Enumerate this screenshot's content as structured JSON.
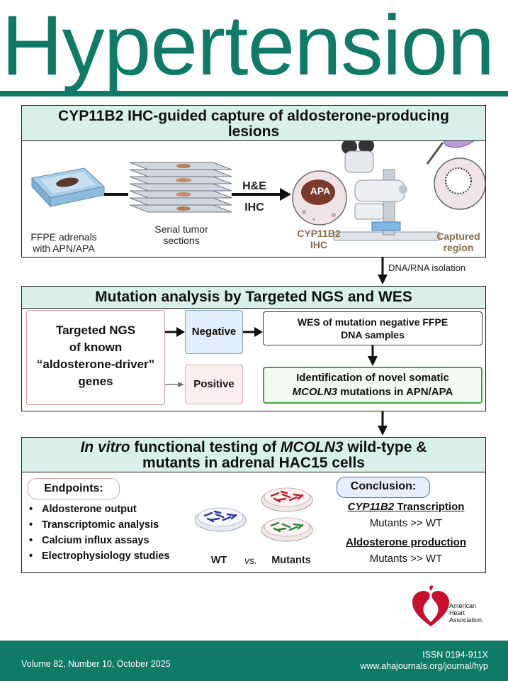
{
  "journal": {
    "title": "Hypertension",
    "volume_line": "Volume 82, Number 10, October 2025",
    "issn": "ISSN 0194-911X",
    "url": "www.ahajournals.org/journal/hyp"
  },
  "publisher": {
    "logo_lines": [
      "American",
      "Heart",
      "Association."
    ]
  },
  "panel1": {
    "title_line1": "CYP11B2 IHC-guided capture of aldosterone-producing",
    "title_line2": "lesions",
    "ffpe_line1": "FFPE adrenals",
    "ffpe_line2": "with APN/APA",
    "serial_line1": "Serial tumor",
    "serial_line2": "sections",
    "he": "H&E",
    "ihc": "IHC",
    "apa": "APA",
    "cyp_line1": "CYP11B2",
    "cyp_line2": "IHC",
    "captured_line1": "Captured",
    "captured_line2": "region",
    "isolation": "DNA/RNA isolation"
  },
  "panel2": {
    "title": "Mutation analysis by Targeted NGS and WES",
    "targeted_line1": "Targeted NGS",
    "targeted_line2": "of known",
    "targeted_line3": "“aldosterone-driver”",
    "targeted_line4": "genes",
    "negative": "Negative",
    "positive": "Positive",
    "wes_line1": "WES of mutation negative FFPE",
    "wes_line2": "DNA samples",
    "novel_line1": "Identification of novel somatic",
    "novel_gene": "MCOLN3",
    "novel_line2_rest": " mutations in APN/APA"
  },
  "panel3": {
    "title_italic1": "In vitro",
    "title_mid": " functional testing of ",
    "title_italic2": "MCOLN3",
    "title_end": " wild-type &",
    "title_line2": "mutants in adrenal HAC15 cells",
    "endpoints_label": "Endpoints:",
    "endpoints": [
      "Aldosterone output",
      "Transcriptomic analysis",
      "Calcium influx assays",
      "Electrophysiology studies"
    ],
    "wt": "WT",
    "vs": "vs.",
    "mutants": "Mutants",
    "conclusion_label": "Conclusion:",
    "concl1_gene": "CYP11B2",
    "concl1_rest": " Transcription",
    "concl1_result": "Mutants >> WT",
    "concl2": "Aldosterone production",
    "concl2_result": "Mutants >> WT"
  },
  "colors": {
    "brand_green": "#0f7a66",
    "panel_header": "#d9efe9",
    "aha_red": "#c8102e"
  }
}
